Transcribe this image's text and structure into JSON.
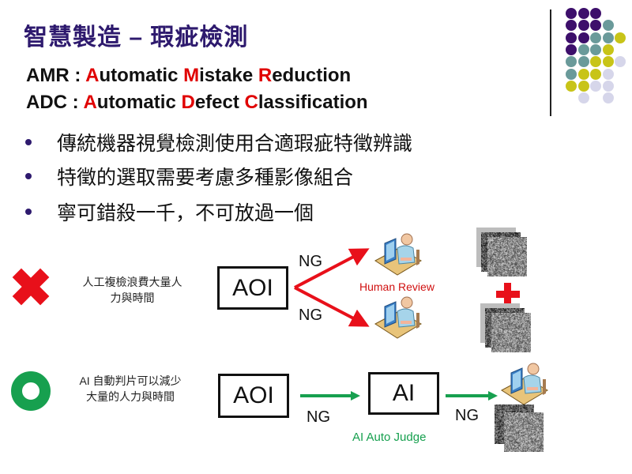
{
  "slide": {
    "title": "智慧製造 – 瑕疵檢測",
    "acronyms": [
      {
        "abbr": "AMR : ",
        "parts": [
          [
            "A",
            true
          ],
          [
            "utomatic ",
            false
          ],
          [
            "M",
            true
          ],
          [
            "istake ",
            false
          ],
          [
            "R",
            true
          ],
          [
            "eduction",
            false
          ]
        ]
      },
      {
        "abbr": "ADC : ",
        "parts": [
          [
            "A",
            true
          ],
          [
            "utomatic ",
            false
          ],
          [
            "D",
            true
          ],
          [
            "efect ",
            false
          ],
          [
            "C",
            true
          ],
          [
            "lassification",
            false
          ]
        ]
      }
    ],
    "bullets": [
      "傳統機器視覺檢測使用合適瑕疵特徵辨識",
      "特徵的選取需要考慮多種影像組合",
      "寧可錯殺一千，不可放過一個"
    ]
  },
  "colors": {
    "title": "#2e1a6e",
    "highlight": "#e00000",
    "bad": "#e8101a",
    "good": "#17a04f",
    "dot_purple": "#3d0f6b",
    "dot_teal": "#6a9a9a",
    "dot_yellow": "#c8c418",
    "dot_lavender": "#d6d6ea"
  },
  "decor_dots": [
    [
      "purple",
      "purple",
      "purple",
      null,
      null
    ],
    [
      "purple",
      "purple",
      "purple",
      "teal",
      null
    ],
    [
      "purple",
      "purple",
      "teal",
      "teal",
      "yellow"
    ],
    [
      "purple",
      "teal",
      "teal",
      "yellow",
      null
    ],
    [
      "teal",
      "teal",
      "yellow",
      "yellow",
      "lavender"
    ],
    [
      "teal",
      "yellow",
      "yellow",
      "lavender",
      null
    ],
    [
      "yellow",
      "yellow",
      "lavender",
      "lavender",
      null
    ],
    [
      null,
      "lavender",
      null,
      "lavender",
      null
    ]
  ],
  "traditional_flow": {
    "status_icon": "cross-icon",
    "description_line1": "人工複檢浪費大量人",
    "description_line2": "力與時間",
    "aoi_label": "AOI",
    "ng_top": "NG",
    "ng_bottom": "NG",
    "review_label": "Human Review",
    "plus_icon": "plus-icon"
  },
  "ai_flow": {
    "status_icon": "circle-icon",
    "description_line1": "AI 自動判片可以減少",
    "description_line2": "大量的人力與時間",
    "aoi_label": "AOI",
    "ng_first": "NG",
    "ai_label": "AI",
    "ng_second": "NG",
    "judge_label": "AI Auto Judge"
  }
}
